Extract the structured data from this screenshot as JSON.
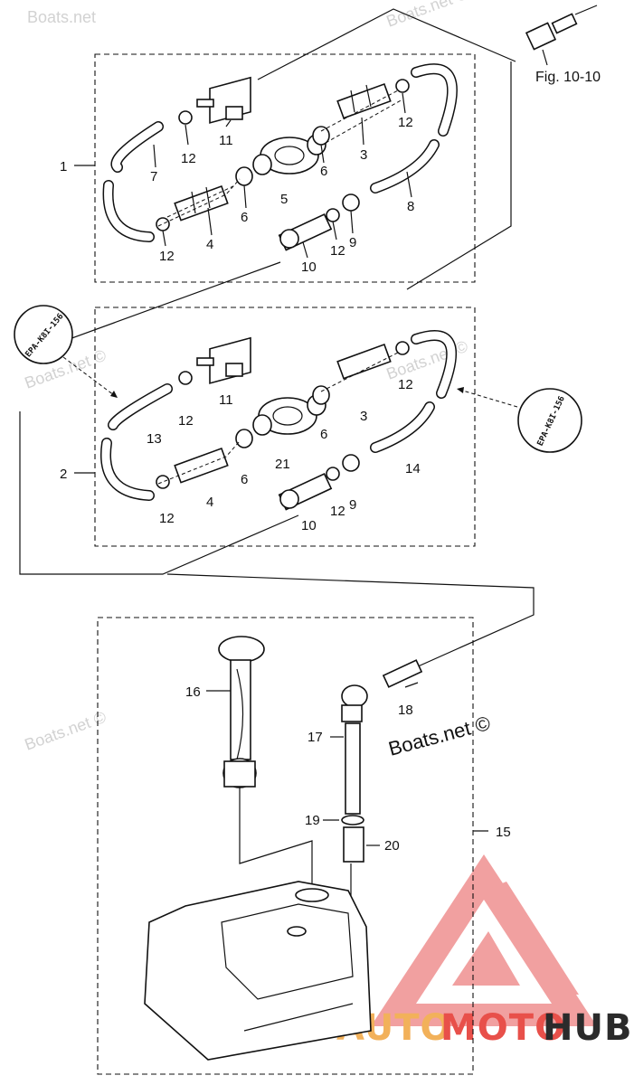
{
  "figure_ref": "Fig. 10-10",
  "assembly_1": {
    "callout": "1",
    "labels": {
      "l11": "11",
      "l12a": "12",
      "l12b": "12",
      "l12c": "12",
      "l12d": "12",
      "l7": "7",
      "l3": "3",
      "l6a": "6",
      "l5": "5",
      "l6b": "6",
      "l8": "8",
      "l4": "4",
      "l9": "9",
      "l10": "10"
    }
  },
  "assembly_2": {
    "callout": "2",
    "labels": {
      "l11": "11",
      "l12a": "12",
      "l12b": "12",
      "l12c": "12",
      "l12d": "12",
      "l13": "13",
      "l3": "3",
      "l6a": "6",
      "l21": "21",
      "l6b": "6",
      "l14": "14",
      "l4": "4",
      "l9": "9",
      "l10": "10"
    }
  },
  "tank": {
    "callout": "15",
    "labels": {
      "l16": "16",
      "l18": "18",
      "l17": "17",
      "l19": "19",
      "l20": "20"
    }
  },
  "badges": {
    "top_left": "EPA-K8I-156",
    "right": "EPA-K8I-156"
  },
  "watermarks": {
    "wm1": "Boats.net",
    "wm2": "Boats.net ©",
    "wm3": "Boats.net ©",
    "wm4": "Boats.net ©",
    "wm5": "Boats.net ©",
    "wm_main": "Boats.net ©"
  },
  "brand": {
    "part1": "AUTO",
    "part2": "MOTO",
    "part3": "HUB"
  },
  "colors": {
    "line": "#111111",
    "brand_red": "#e8504a",
    "brand_orange": "#f2b15a",
    "brand_dark": "#2b2b2b",
    "watermark": "#d2d2d2"
  }
}
